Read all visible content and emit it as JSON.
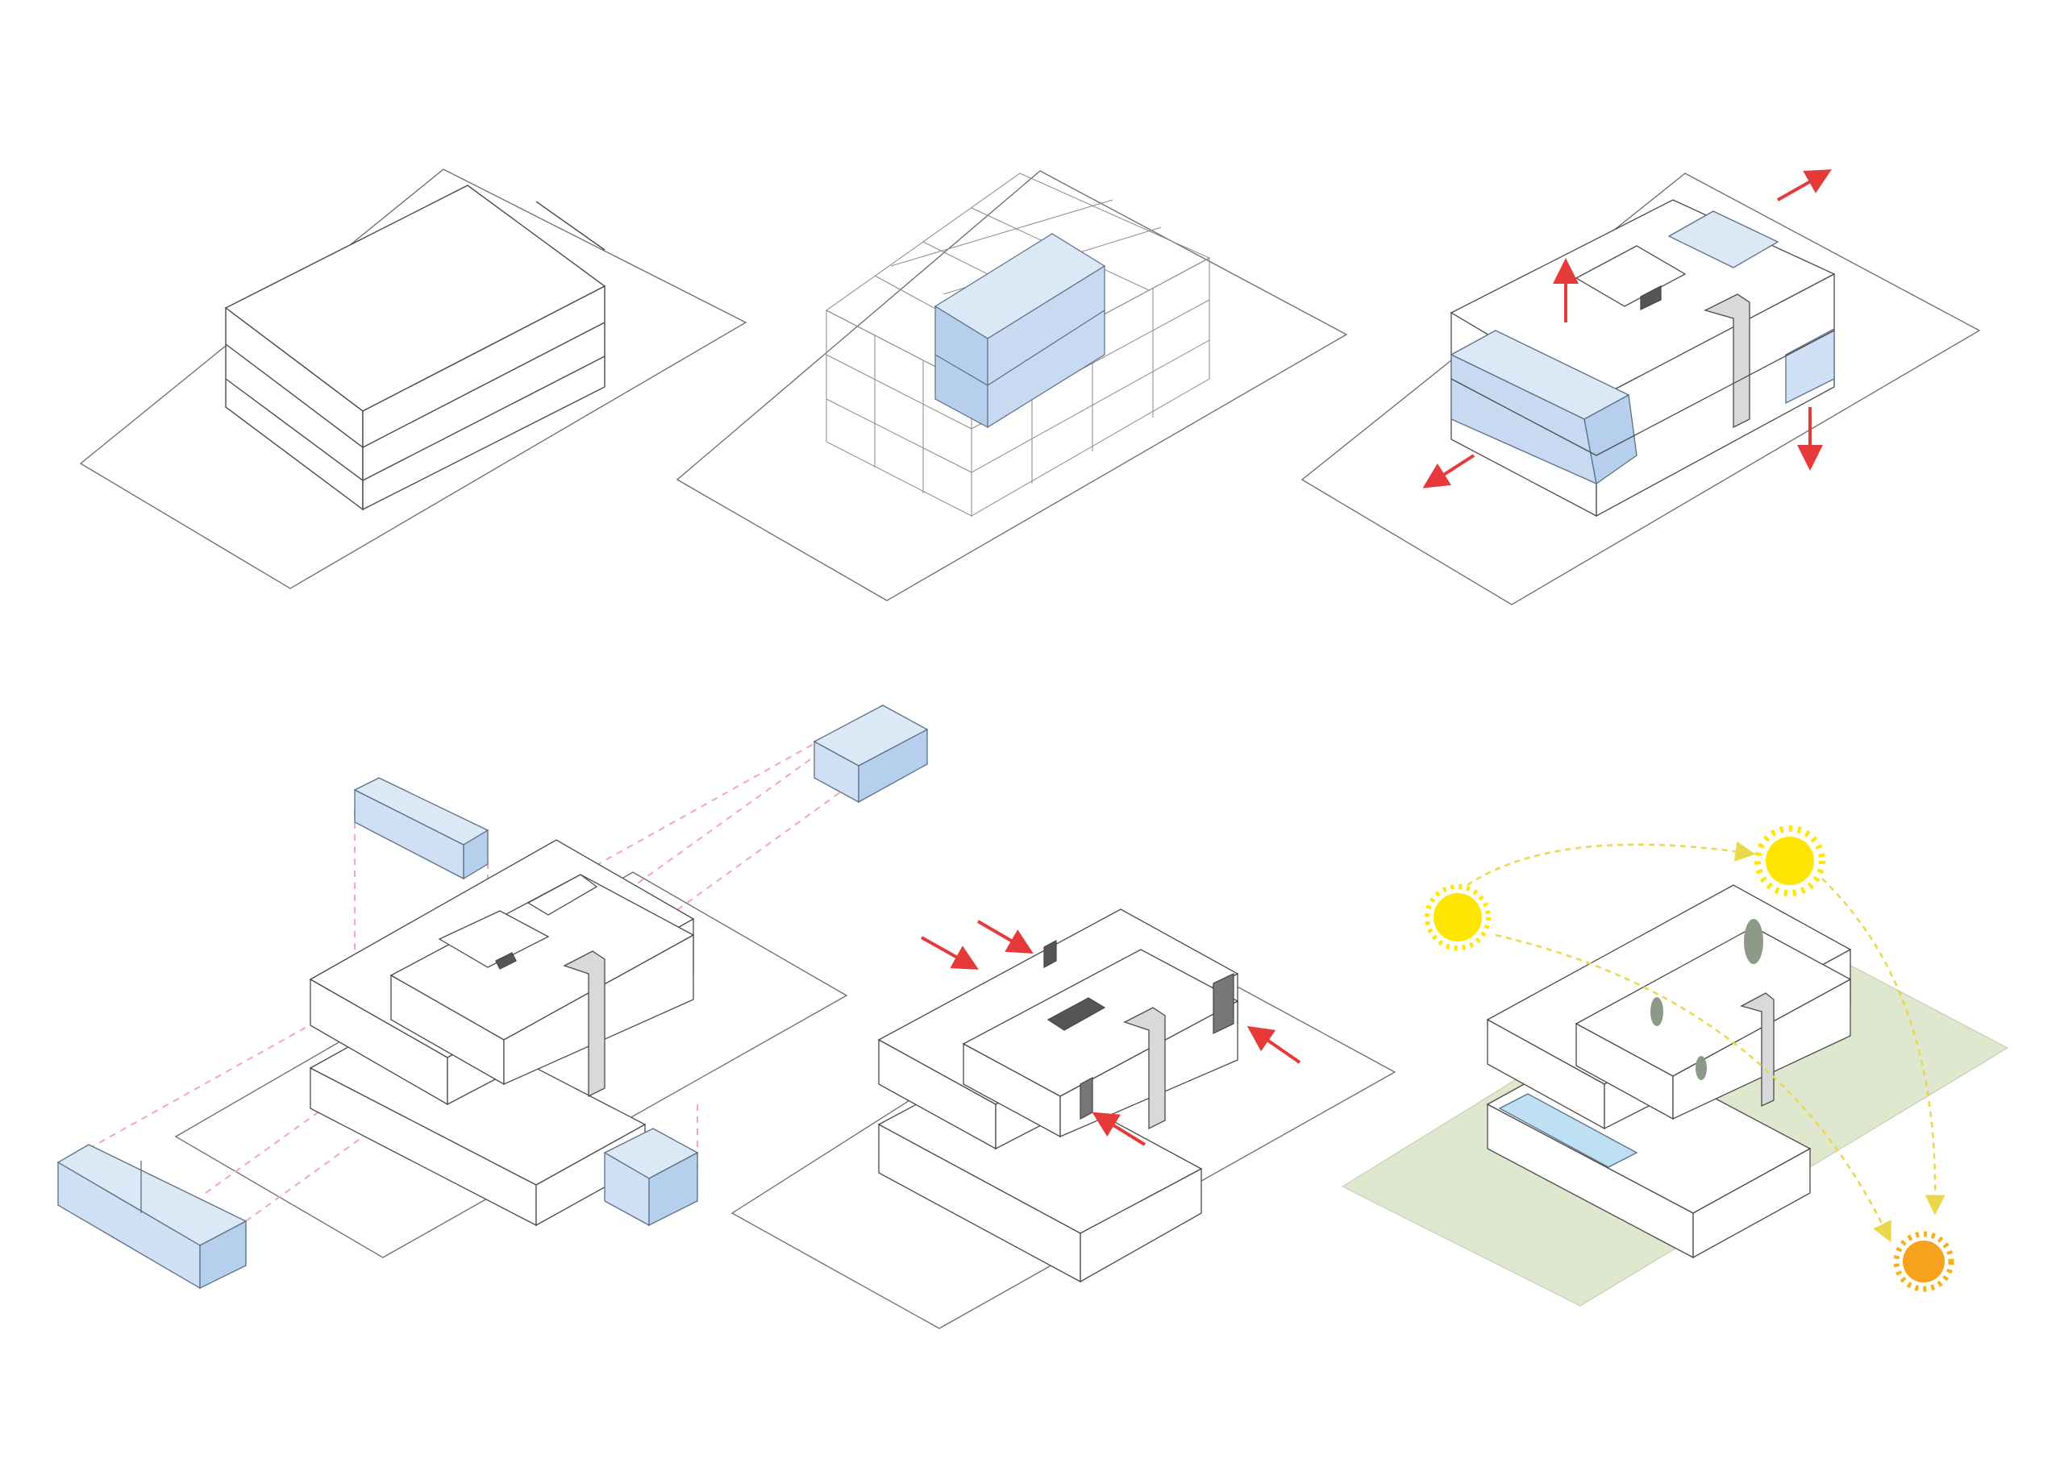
{
  "colors": {
    "background": "#ffffff",
    "line": "#4a4a4a",
    "site_line": "#6a6a6a",
    "volume_fill": "#ffffff",
    "glass_fill": "#cfe0f4",
    "glass_fill_strong": "#b6cfec",
    "glass_stroke": "#5b6f86",
    "arrow": "#e63a3a",
    "dashed_guide": "#f2a9a9",
    "shaft_fill": "#d9d9d9",
    "void_fill": "#555555",
    "lawn": "#dfe8cf",
    "pool": "#bfe0f2",
    "sun_yellow": "#ffe600",
    "sun_orange": "#f6a21c",
    "sun_path": "#e8d84a",
    "tree": "#8d9a8a"
  },
  "panels": [
    {
      "id": "step-1",
      "description_shown": ""
    },
    {
      "id": "step-2",
      "description_shown": ""
    },
    {
      "id": "step-3",
      "description_shown": ""
    },
    {
      "id": "step-4",
      "description_shown": ""
    },
    {
      "id": "step-5",
      "description_shown": ""
    },
    {
      "id": "step-6",
      "description_shown": ""
    }
  ],
  "icons": [
    "arrow-icon",
    "sun-icon",
    "tree-icon",
    "pool-icon"
  ]
}
